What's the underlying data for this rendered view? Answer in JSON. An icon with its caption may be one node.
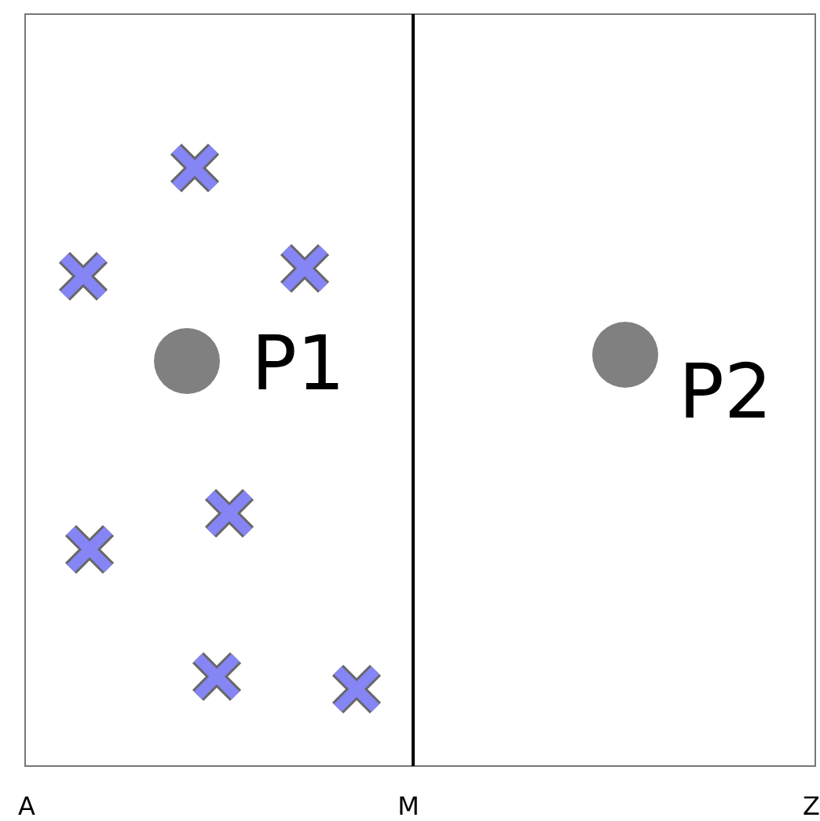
{
  "diagram": {
    "nodes": [
      {
        "text": [],
        "shape": "circle",
        "beside": [
          "P1"
        ]
      },
      {
        "text": [],
        "shape": "circle",
        "beside": [
          "P2"
        ]
      }
    ],
    "labels": [
      "A",
      "M",
      "Z"
    ]
  }
}
